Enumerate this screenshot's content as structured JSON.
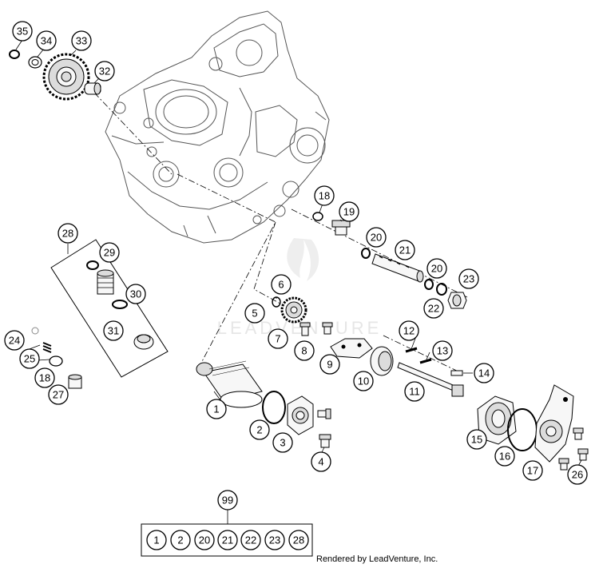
{
  "credit": "Rendered by LeadVenture, Inc.",
  "watermark": "LEADVENTURE",
  "callouts": [
    "35",
    "34",
    "33",
    "32",
    "18",
    "19",
    "20",
    "21",
    "20",
    "22",
    "23",
    "28",
    "29",
    "30",
    "31",
    "24",
    "25",
    "18",
    "27",
    "6",
    "5",
    "7",
    "8",
    "9",
    "10",
    "12",
    "13",
    "14",
    "11",
    "1",
    "2",
    "3",
    "4",
    "15",
    "16",
    "17",
    "26",
    "99"
  ],
  "kit_items": [
    "1",
    "2",
    "20",
    "21",
    "22",
    "23",
    "28"
  ]
}
